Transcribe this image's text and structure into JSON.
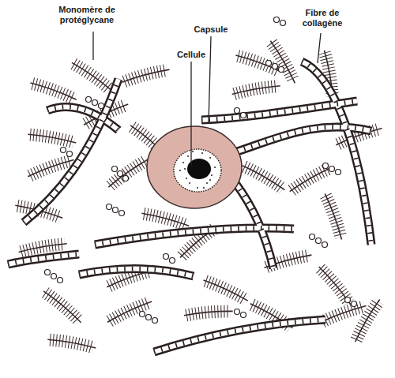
{
  "diagram": {
    "labels": [
      "Monomère de protéglycane",
      "Capsule",
      "Cellule",
      "Fibre de collagène"
    ]
  }
}
